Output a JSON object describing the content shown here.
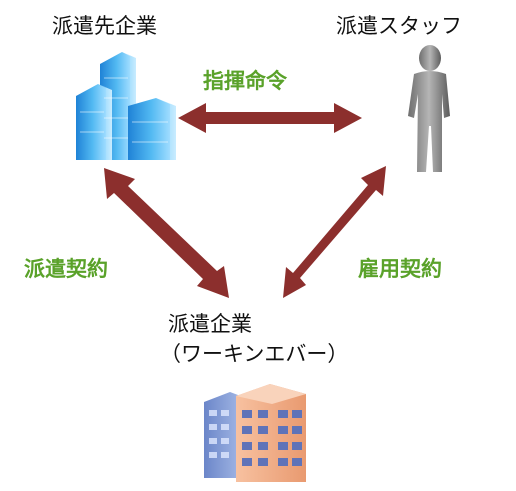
{
  "nodes": {
    "client": {
      "label": "派遣先企業"
    },
    "staff": {
      "label": "派遣スタッフ"
    },
    "agency": {
      "label_line1": "派遣企業",
      "label_line2": "（ワーキンエバー）"
    }
  },
  "relations": {
    "command": "指揮命令",
    "dispatch_contract": "派遣契約",
    "employment_contract": "雇用契約"
  },
  "colors": {
    "arrow": "#8c2f2d",
    "relation_text": "#5aa22a",
    "client_building": "#3aa6e6",
    "staff_figure": "#8a8a8a",
    "agency_building": "#e8a07a"
  },
  "icons": {
    "client": "office-tower-icon",
    "staff": "person-silhouette-icon",
    "agency": "office-building-icon"
  }
}
